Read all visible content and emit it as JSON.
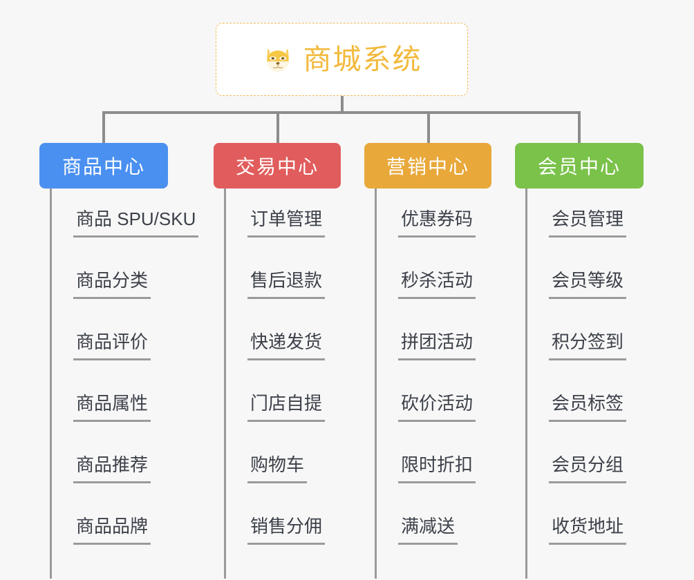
{
  "page": {
    "background_color": "#f7f7f7",
    "diagram_type": "org-chart"
  },
  "root": {
    "title": "商城系统",
    "icon": "dog-face-emoji",
    "text_color": "#f2b93c",
    "border_color": "#f0b952",
    "background_color": "#ffffff"
  },
  "branches": [
    {
      "title": "商品中心",
      "color": "#4a90f0",
      "items": [
        "商品 SPU/SKU",
        "商品分类",
        "商品评价",
        "商品属性",
        "商品推荐",
        "商品品牌"
      ]
    },
    {
      "title": "交易中心",
      "color": "#e15c5c",
      "items": [
        "订单管理",
        "售后退款",
        "快递发货",
        "门店自提",
        "购物车",
        "销售分佣"
      ]
    },
    {
      "title": "营销中心",
      "color": "#e8a83a",
      "items": [
        "优惠券码",
        "秒杀活动",
        "拼团活动",
        "砍价活动",
        "限时折扣",
        "满减送"
      ]
    },
    {
      "title": "会员中心",
      "color": "#7ac24a",
      "items": [
        "会员管理",
        "会员等级",
        "积分签到",
        "会员标签",
        "会员分组",
        "收货地址"
      ]
    }
  ],
  "connector_color": "#8c8c8c"
}
